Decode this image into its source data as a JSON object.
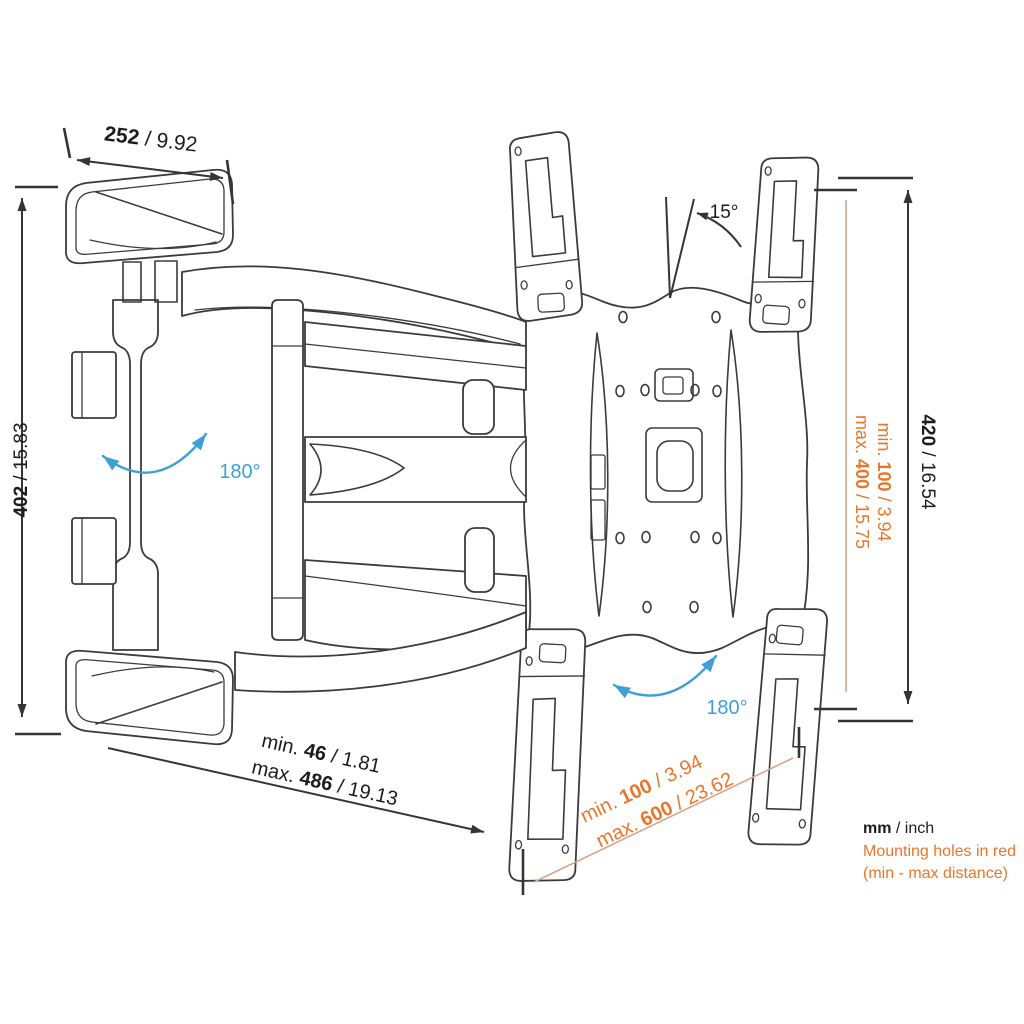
{
  "annotations": {
    "top_width": {
      "bold": "252",
      "rest": " / 9.92"
    },
    "left_height": {
      "bold": "402",
      "rest": " / 15.83"
    },
    "right_height": {
      "bold": "420",
      "rest": " / 16.54"
    },
    "right_holes_min": {
      "prefix": "min. ",
      "bold": "100",
      "rest": " / 3.94"
    },
    "right_holes_max": {
      "prefix": "max. ",
      "bold": "400",
      "rest": " / 15.75"
    },
    "depth_min": {
      "prefix": "min. ",
      "bold": "46",
      "rest": " / 1.81"
    },
    "depth_max": {
      "prefix": "max. ",
      "bold": "486",
      "rest": " / 19.13"
    },
    "bottom_holes_min": {
      "prefix": "min. ",
      "bold": "100",
      "rest": " / 3.94"
    },
    "bottom_holes_max": {
      "prefix": "max. ",
      "bold": "600",
      "rest": " / 23.62"
    },
    "tilt_angle": "15°",
    "arm_swivel_angle": "180°",
    "plate_swivel_angle": "180°"
  },
  "legend": {
    "units_bold": "mm",
    "units_rest": " / inch",
    "note_line1": "Mounting holes in red",
    "note_line2": "(min - max distance)"
  },
  "colors": {
    "ink": "#3b3b3b",
    "dim": "#353535",
    "text_black": "#1c1c1c",
    "orange_text": "#e8762c",
    "orange_line": "#d8a48c",
    "blue": "#3fa0d8"
  }
}
